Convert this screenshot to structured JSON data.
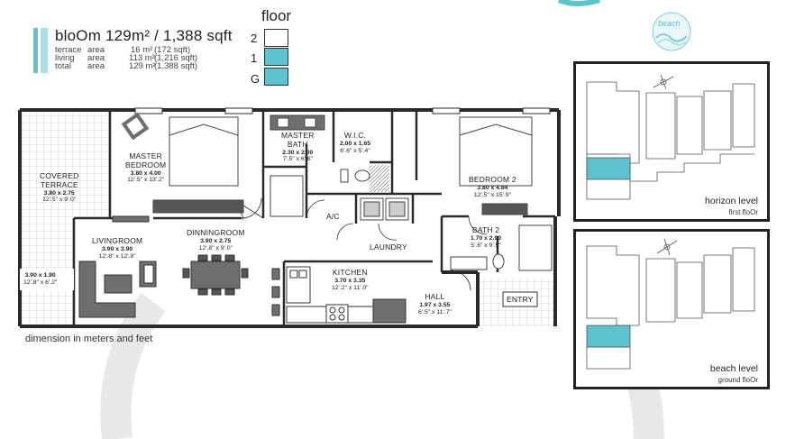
{
  "unit": {
    "name": "bloOm 129m² / 1,388 sqft",
    "areas": [
      {
        "label": "terrace",
        "type": "area",
        "m2": "16 m²",
        "sqft": "(172 sqft)"
      },
      {
        "label": "living",
        "type": "area",
        "m2": "113 m²",
        "sqft": "(1,216 sqft)"
      },
      {
        "label": "total",
        "type": "area",
        "m2": "129 m²",
        "sqft": "(1,388 sqft)"
      }
    ]
  },
  "floor_selector": {
    "title": "floor",
    "levels": [
      {
        "label": "2",
        "active": false
      },
      {
        "label": "1",
        "active": true
      },
      {
        "label": "G",
        "active": true
      }
    ]
  },
  "logo": {
    "text": "beach"
  },
  "rooms": {
    "covered_terrace": {
      "name1": "COVERED",
      "name2": "TERRACE",
      "dim_m": "3.80 x 2.75",
      "dim_ft": "12'.5\" x 9'.0\""
    },
    "terrace_small": {
      "dim_m": "3.90 x 1.90",
      "dim_ft": "12'.8\" x 6'.2\""
    },
    "master_bedroom": {
      "name1": "MASTER",
      "name2": "BEDROOM",
      "dim_m": "3.80 x 4.00",
      "dim_ft": "12'.5\" x 13'.2\""
    },
    "master_bath": {
      "name1": "MASTER",
      "name2": "BATH",
      "dim_m": "2.30 x 2.00",
      "dim_ft": "7'.5\" x 6'.6\""
    },
    "wic": {
      "name": "W.I.C.",
      "dim_m": "2.00 x 1.65",
      "dim_ft": "6'.6\" x 5'.4\""
    },
    "bedroom2": {
      "name": "BEDROOM 2",
      "dim_m": "3.80 x 4.84",
      "dim_ft": "12'.5\" x 15'.9\""
    },
    "livingroom": {
      "name": "LIVINGROOM",
      "dim_m": "3.90 x 3.90",
      "dim_ft": "12'.8\" x 12'.8\""
    },
    "dinningroom": {
      "name": "DINNINGROOM",
      "dim_m": "3.90 x 2.75",
      "dim_ft": "12'.8\" x 9'.0\""
    },
    "ac": {
      "name": "A/C"
    },
    "laundry": {
      "name": "LAUNDRY"
    },
    "bath2": {
      "name": "BATH 2",
      "dim_m": "1.70 x 2.90",
      "dim_ft": "5'.6\" x 9'.5\""
    },
    "kitchen": {
      "name": "KITCHEN",
      "dim_m": "3.70 x 3.35",
      "dim_ft": "12'.2\" x 11'.0\""
    },
    "hall": {
      "name": "HALL",
      "dim_m": "1.97 x 3.55",
      "dim_ft": "6'.5\" x 11'.7\""
    },
    "entry": {
      "name": "ENTRY"
    }
  },
  "dimension_note": "dimension in meters and feet",
  "key_plans": [
    {
      "title": "horizon level",
      "subtitle": "first floOr"
    },
    {
      "title": "beach level",
      "subtitle": "ground floOr"
    }
  ],
  "colors": {
    "accent": "#5cc3cf",
    "accent_light": "#9fdce3",
    "wall": "#2a2a2a",
    "furniture": "#6e6e6e",
    "watermark": "#e6e6e6"
  }
}
